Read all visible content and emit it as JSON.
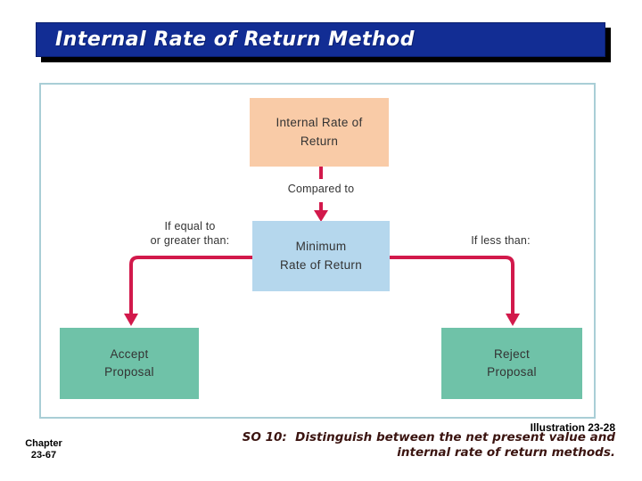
{
  "slide_title": "Internal Rate of Return Method",
  "diagram": {
    "irr_box_label": "Internal Rate of\nReturn",
    "compared_label": "Compared to",
    "minimum_box_label": "Minimum\nRate of Return",
    "left_condition_label": "If equal to\nor greater than:",
    "right_condition_label": "If less than:",
    "accept_box_label": "Accept\nProposal",
    "reject_box_label": "Reject\nProposal"
  },
  "footer": {
    "illustration_label": "Illustration 23-28",
    "chapter_label": "Chapter\n23-67",
    "so_text_line1": "SO 10:  Distinguish between the net present value and",
    "so_text_line2": "internal rate of return methods."
  },
  "colors": {
    "title_bar_bg": "#122d94",
    "title_bar_shadow": "#000000",
    "title_text": "#ffffff",
    "panel_border": "#a9ced6",
    "irr_box_bg": "#f9cba7",
    "minimum_box_bg": "#b5d7ed",
    "decision_box_bg": "#6fc2a8",
    "arrow": "#d2194b",
    "diagram_text": "#333333",
    "so_text": "#3b1410"
  }
}
